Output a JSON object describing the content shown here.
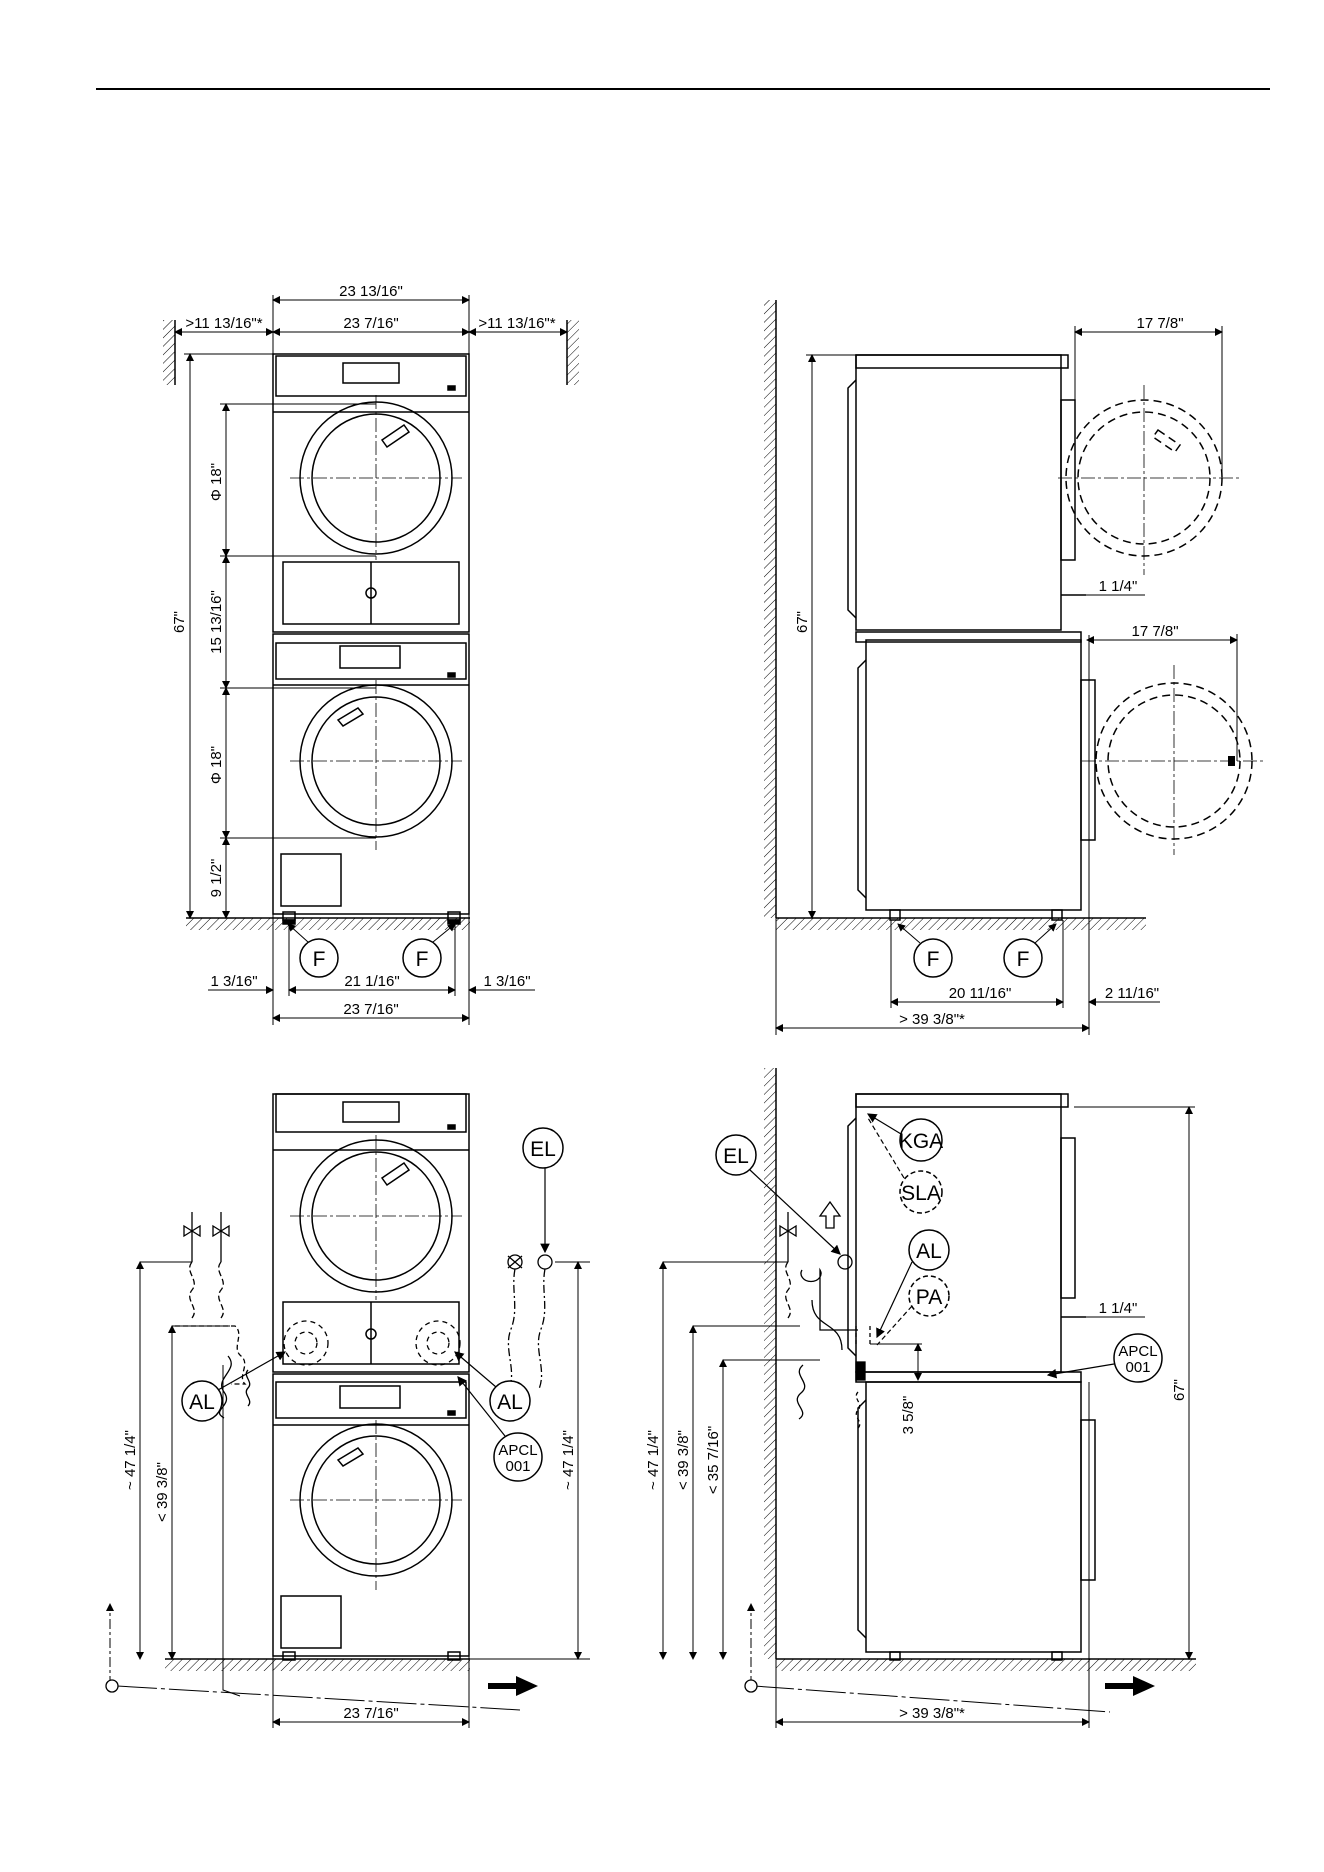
{
  "front": {
    "top_overall": "23 13/16\"",
    "top_inner": "23 7/16\"",
    "clear_left": ">11 13/16\"*",
    "clear_right": ">11 13/16\"*",
    "height": "67\"",
    "door1": "Φ 18\"",
    "mid": "15 13/16\"",
    "door2": "Φ 18\"",
    "bottom": "9 1/2\"",
    "foot_left": "1 3/16\"",
    "foot_span": "21 1/16\"",
    "foot_right": "1 3/16\"",
    "base_width": "23 7/16\""
  },
  "side": {
    "top_door": "17 7/8\"",
    "gap": "1 1/4\"",
    "mid_door": "17 7/8\"",
    "height": "67\"",
    "foot_span": "20 11/16\"",
    "foot_right": "2 11/16\"",
    "depth": "> 39 3/8\"*"
  },
  "conn_front": {
    "h1": "~ 47 1/4\"",
    "h2": "< 39 3/8\"",
    "h_right": "~ 47 1/4\"",
    "width": "23 7/16\""
  },
  "conn_side": {
    "h1": "~ 47 1/4\"",
    "h2": "< 39 3/8\"",
    "h3": "< 35 7/16\"",
    "drain": "3 5/8\"",
    "gap": "1 1/4\"",
    "height": "67\"",
    "depth": "> 39 3/8\"*"
  },
  "callouts": {
    "foot": "F",
    "el": "EL",
    "al": "AL",
    "apcl1": "APCL",
    "apcl2": "001",
    "kga": "KGA",
    "sla": "SLA",
    "pa": "PA"
  }
}
